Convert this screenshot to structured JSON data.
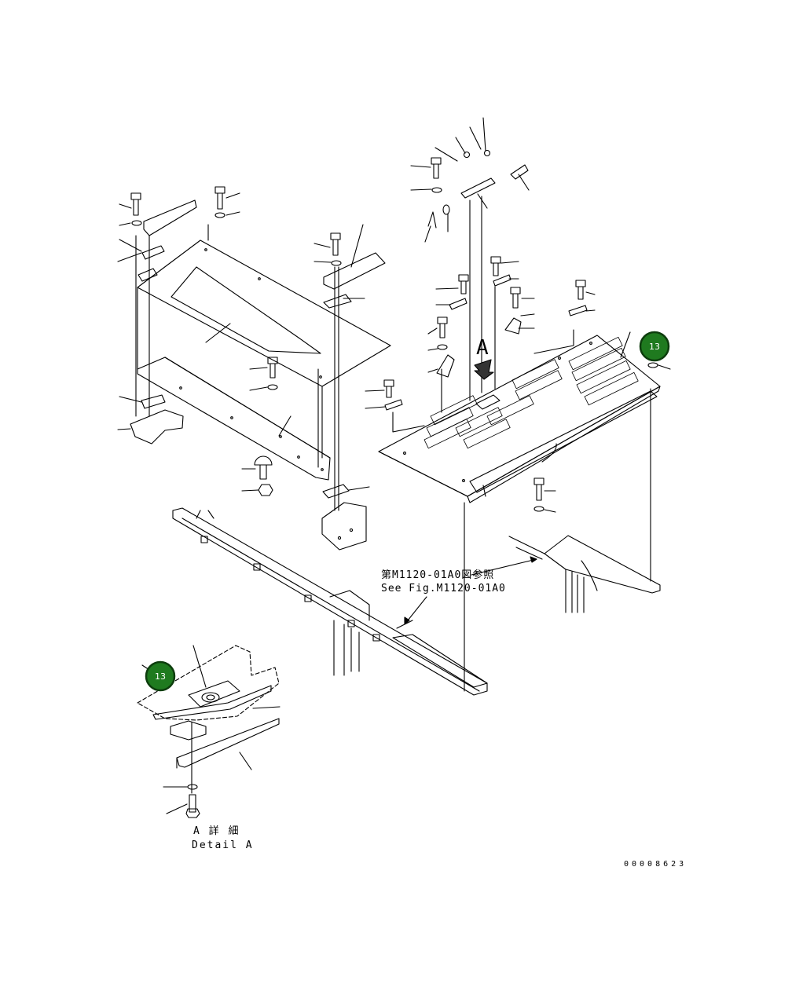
{
  "callouts": [
    {
      "number": "13",
      "color": "#1f7a1f"
    },
    {
      "number": "13",
      "color": "#1f7a1f"
    }
  ],
  "reference": {
    "line_jp": "第M1120-01A0図参照",
    "line_en": "See Fig.M1120-01A0"
  },
  "view_letter": "A",
  "detail": {
    "line_jp": "A 詳 細",
    "line_en": "Detail A"
  },
  "drawing_code": "00008623"
}
